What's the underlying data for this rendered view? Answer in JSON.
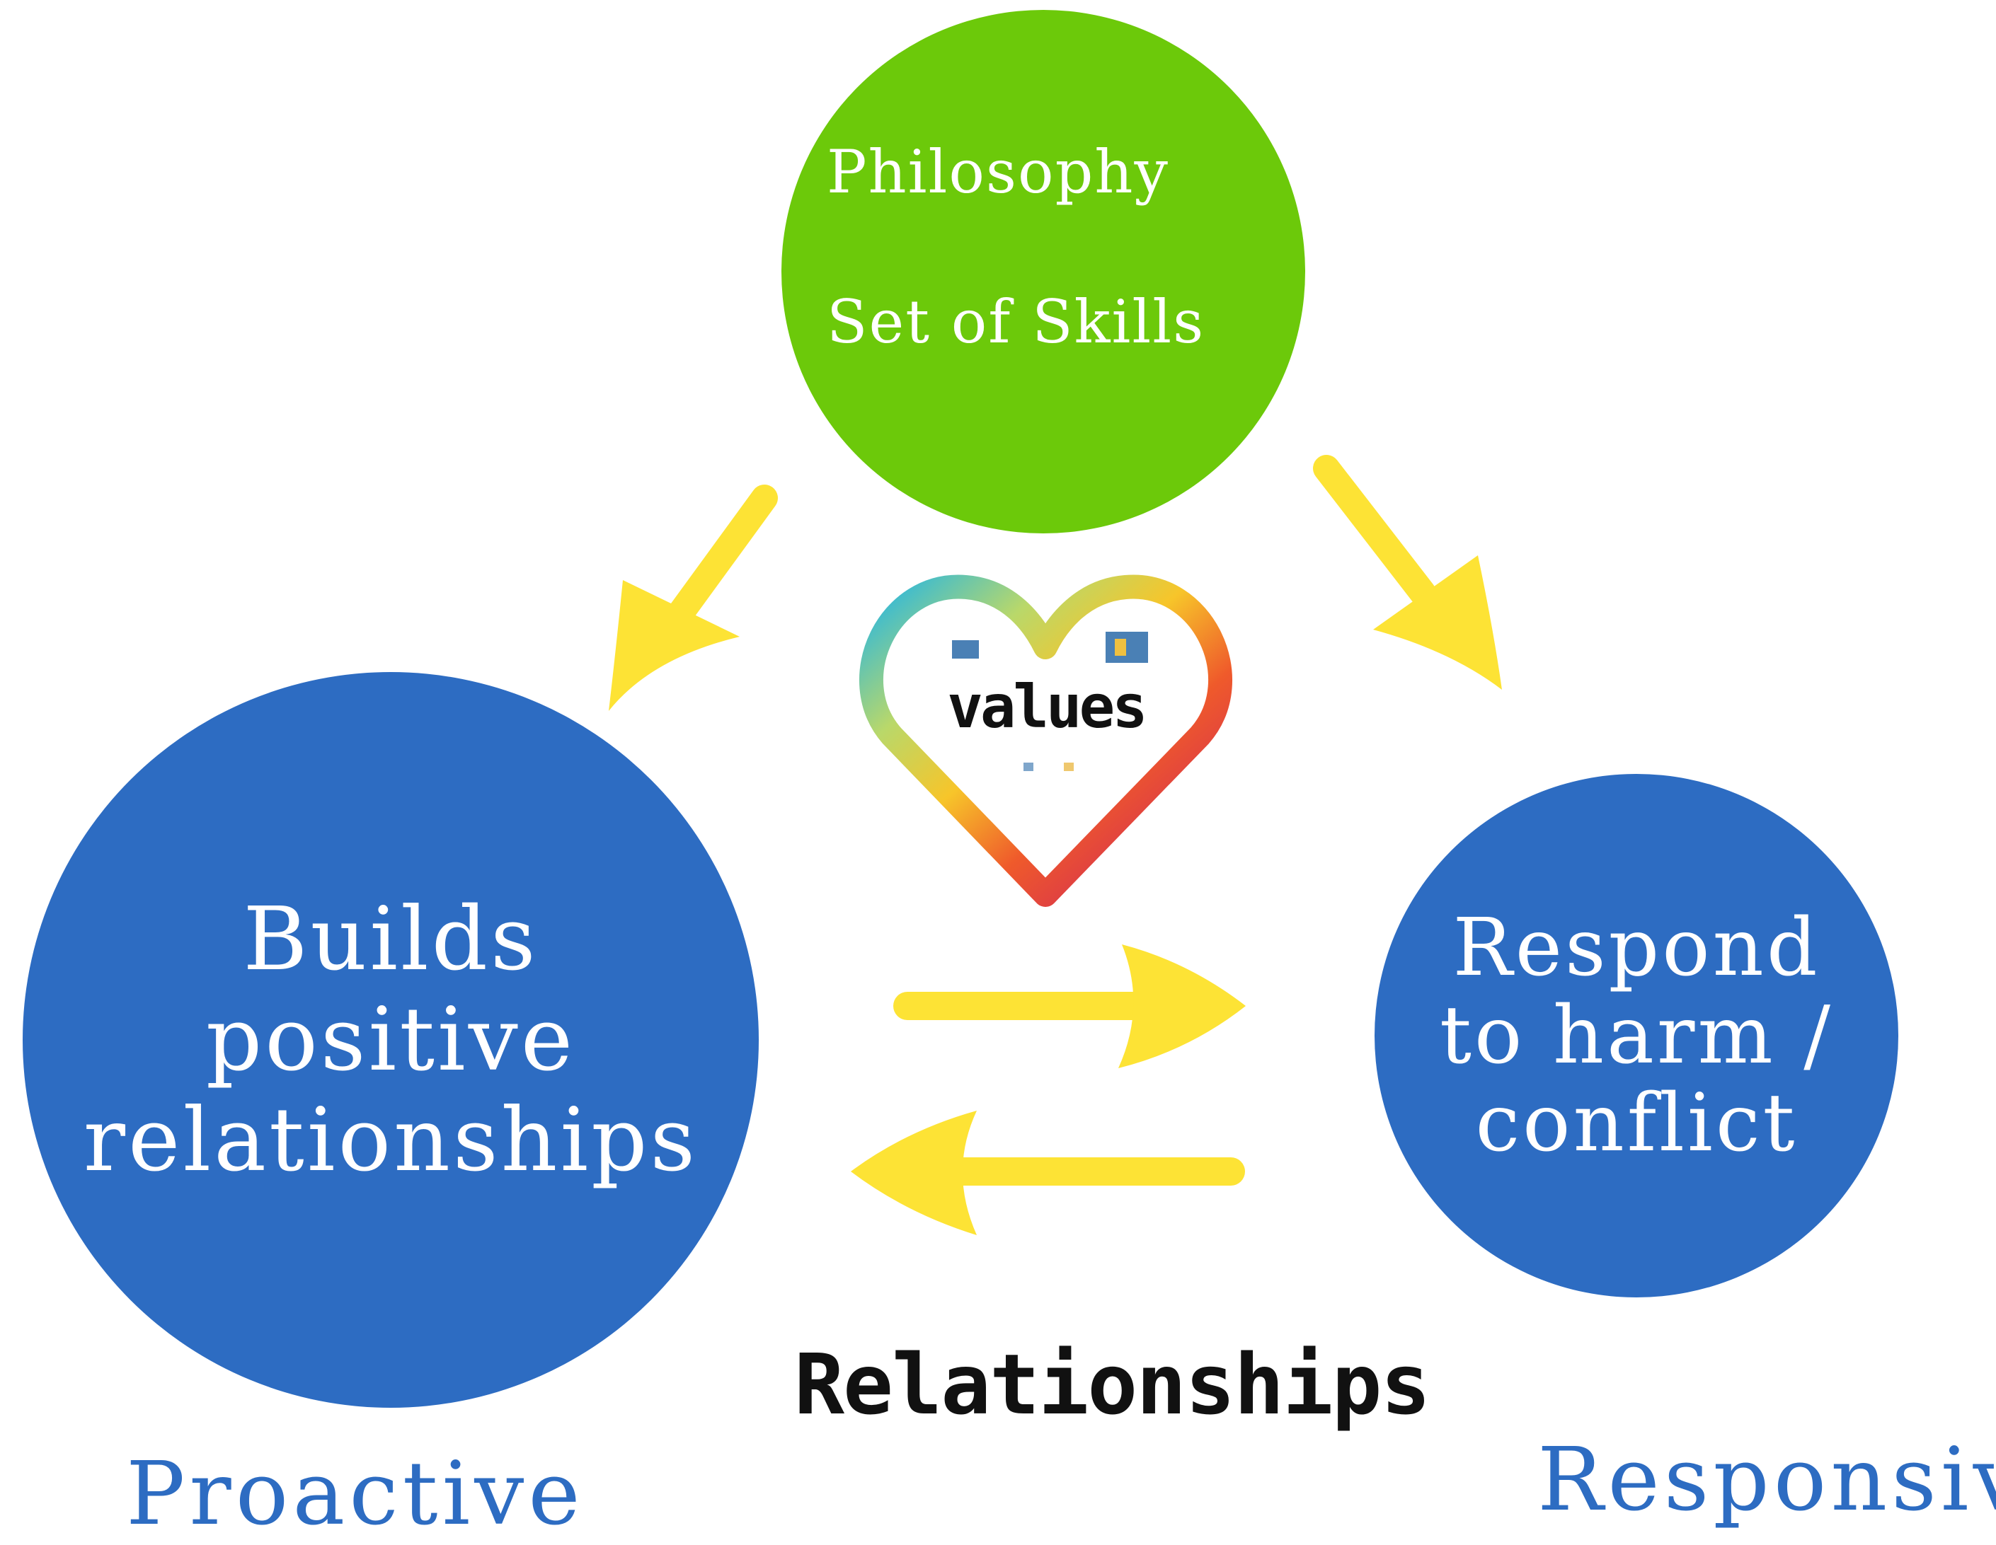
{
  "top_circle": {
    "line1": "Philosophy",
    "line2": "Set of Skills",
    "color": "#6cc90a"
  },
  "left_circle": {
    "line1": "Builds",
    "line2": "positive",
    "line3": "relationships",
    "color": "#2d6cc2"
  },
  "right_circle": {
    "line1": "Respond",
    "line2": "to harm /",
    "line3": "conflict",
    "color": "#2d6cc2"
  },
  "heart": {
    "label": "values",
    "icon": "rainbow-heart-icon"
  },
  "center_label": "Relationships",
  "bottom_left_label": "Proactive",
  "bottom_right_label": "Responsive",
  "arrow_color": "#fde335"
}
